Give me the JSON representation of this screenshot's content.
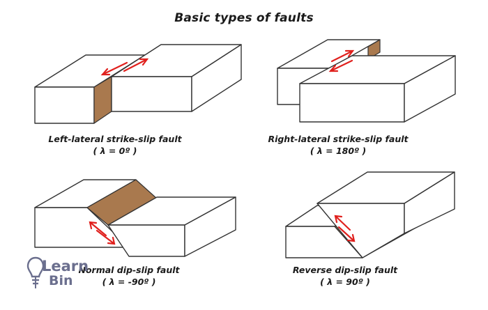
{
  "title": "Basic types of faults",
  "diagrams": {
    "left_lateral": {
      "name": "Left-lateral strike-slip fault",
      "angle": "( λ = 0º )"
    },
    "right_lateral": {
      "name": "Right-lateral strike-slip fault",
      "angle": "( λ = 180º )"
    },
    "normal_dip": {
      "name": "Normal dip-slip fault",
      "angle": "( λ = -90º )"
    },
    "reverse_dip": {
      "name": "Reverse dip-slip fault",
      "angle": "( λ = 90º )"
    }
  },
  "logo": {
    "line1": "Learn",
    "line2": "Bin"
  },
  "colors": {
    "fault_plane": "#a9794e",
    "arrow": "#e0201d",
    "block_outline": "#333333",
    "block_fill": "#ffffff",
    "logo": "#6b6f8e"
  }
}
